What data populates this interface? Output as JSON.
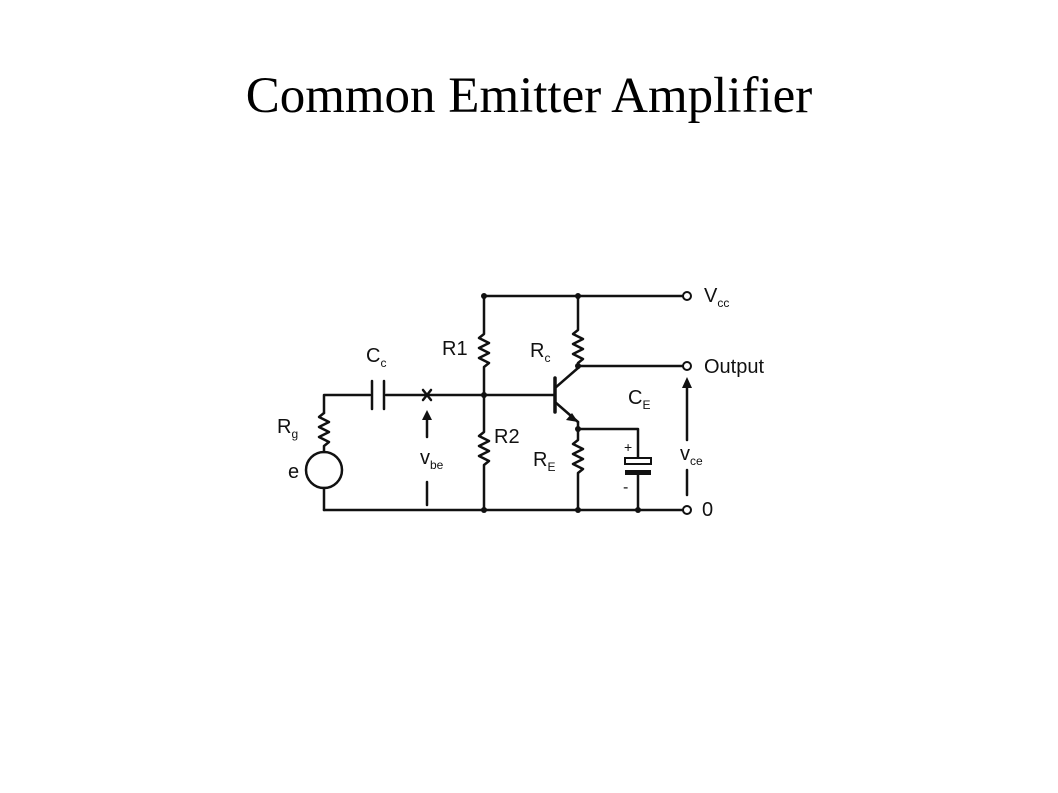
{
  "title": "Common Emitter Amplifier",
  "labels": {
    "vcc": {
      "main": "V",
      "sub": "cc"
    },
    "output": "Output",
    "r1": "R1",
    "r2": "R2",
    "rc": {
      "main": "R",
      "sub": "c"
    },
    "re": {
      "main": "R",
      "sub": "E"
    },
    "cc": {
      "main": "C",
      "sub": "c"
    },
    "ce": {
      "main": "C",
      "sub": "E"
    },
    "rg": {
      "main": "R",
      "sub": "g"
    },
    "e": "e",
    "vbe": {
      "main": "v",
      "sub": "be"
    },
    "vce": {
      "main": "v",
      "sub": "ce"
    },
    "ground": "0",
    "plus": "+",
    "minus": "-"
  }
}
